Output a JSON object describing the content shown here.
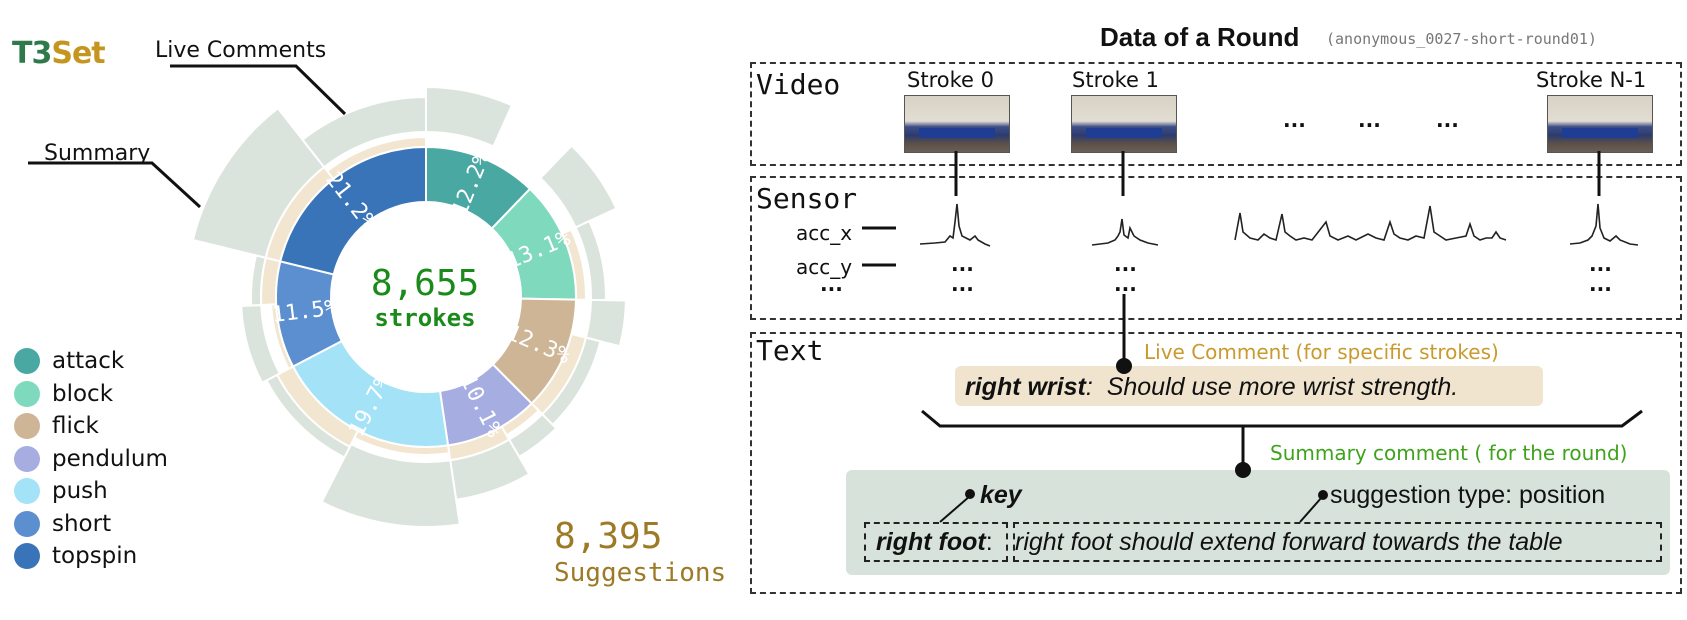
{
  "logo": {
    "part1": "T3",
    "part2": "Set"
  },
  "callouts": {
    "live_comments": "Live Comments",
    "summary": "Summary"
  },
  "donut": {
    "center_value": "8,655",
    "center_label": "strokes",
    "segments": [
      {
        "name": "attack",
        "label": "12.2%",
        "color": "#4aa8a3"
      },
      {
        "name": "block",
        "label": "13.1%",
        "color": "#7fd9bd"
      },
      {
        "name": "flick",
        "label": "12.3%",
        "color": "#cdb596"
      },
      {
        "name": "pendulum",
        "label": "10.1%",
        "color": "#a6ade0"
      },
      {
        "name": "push",
        "label": "19.7%",
        "color": "#a4e2f7"
      },
      {
        "name": "short",
        "label": "11.5%",
        "color": "#5b8fcf"
      },
      {
        "name": "topspin",
        "label": "21.2%",
        "color": "#3a74b8"
      }
    ],
    "live_ring_color": "#f2e6d0",
    "summary_ring_color": "#dbe4dc"
  },
  "legend": [
    {
      "label": "attack",
      "color": "#4aa8a3"
    },
    {
      "label": "block",
      "color": "#7fd9bd"
    },
    {
      "label": "flick",
      "color": "#cdb596"
    },
    {
      "label": "pendulum",
      "color": "#a6ade0"
    },
    {
      "label": "push",
      "color": "#a4e2f7"
    },
    {
      "label": "short",
      "color": "#5b8fcf"
    },
    {
      "label": "topspin",
      "color": "#3a74b8"
    }
  ],
  "suggestions": {
    "value": "8,395",
    "label": "Suggestions"
  },
  "right": {
    "title": "Data of a Round",
    "subtitle": "(anonymous_0027-short-round01)",
    "video_label": "Video",
    "sensor_label": "Sensor",
    "text_label": "Text",
    "strokes": [
      "Stroke  0",
      "Stroke  1",
      "Stroke  N-1"
    ],
    "ellipsis": "...",
    "acc_x": "acc_x",
    "acc_y": "acc_y",
    "live_comment_title": "Live Comment (for specific strokes)",
    "live_comment_key": "right wrist",
    "live_comment_colon": ":",
    "live_comment_text": "Should use more wrist strength.",
    "summary_title": "Summary comment ( for the round)",
    "summary_key_label": "key",
    "summary_type_label": "suggestion type: position",
    "summary_key_value": "right foot",
    "summary_colon": ":",
    "summary_text": "right foot should extend forward towards the table"
  }
}
